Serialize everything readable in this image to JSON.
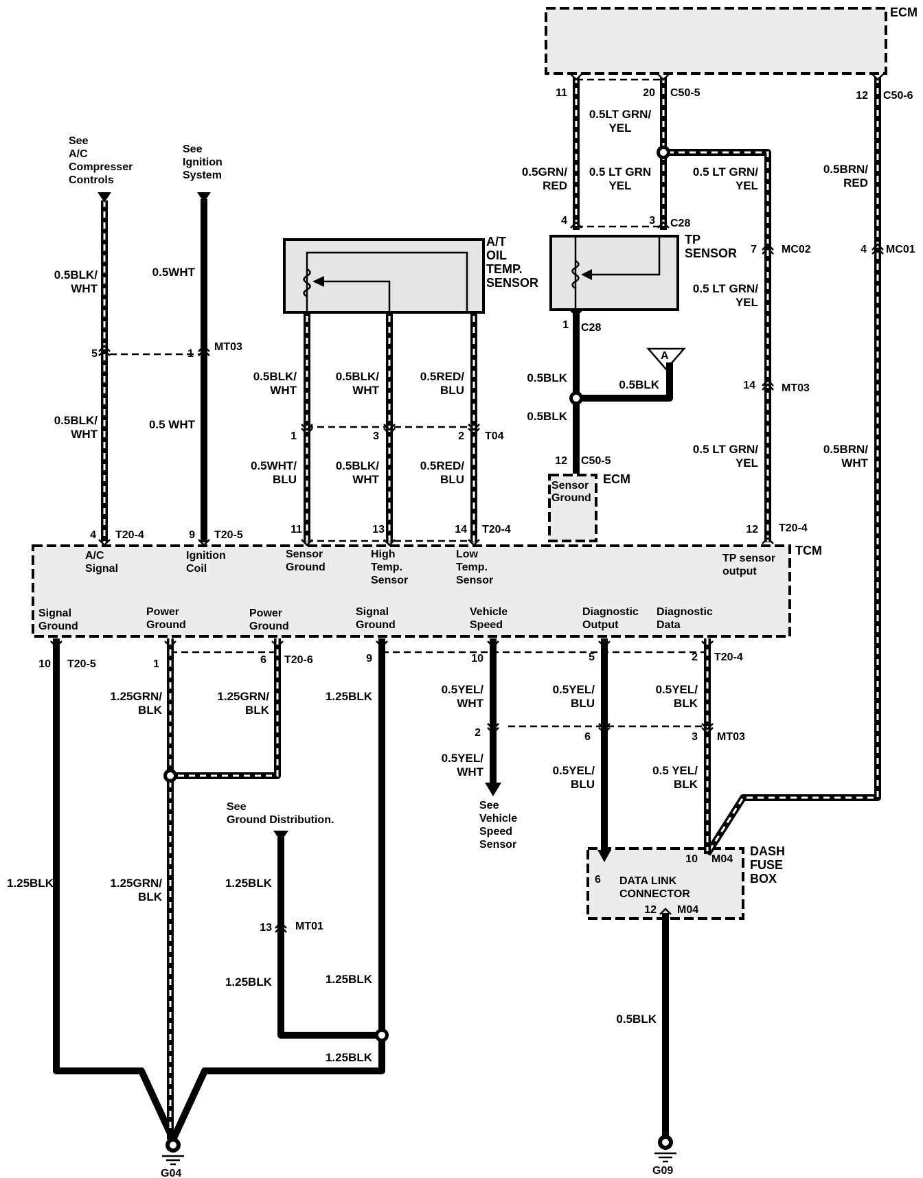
{
  "components": {
    "ecm_top": "ECM",
    "tcm": "TCM",
    "at_oil_temp_sensor": [
      "A/T",
      "OIL",
      "TEMP.",
      "SENSOR"
    ],
    "tp_sensor": [
      "TP",
      "SENSOR"
    ],
    "ecm_sensor_ground": "ECM",
    "dash_fuse_box": [
      "DASH",
      "FUSE",
      "BOX"
    ],
    "data_link_connector": [
      "DATA LINK",
      "CONNECTOR"
    ]
  },
  "refs": {
    "ac_compressor": [
      "See",
      "A/C",
      "Compresser",
      "Controls"
    ],
    "ignition": [
      "See",
      "Ignition",
      "System"
    ],
    "vehicle_speed": [
      "See",
      "Vehicle",
      "Speed",
      "Sensor"
    ],
    "ground_distribution": [
      "See",
      "Ground Distribution."
    ],
    "terminal_a": "A"
  },
  "tcm_pins_top": [
    [
      "A/C",
      "Signal"
    ],
    [
      "Ignition",
      "Coil"
    ],
    [
      "Sensor",
      "Ground"
    ],
    [
      "High",
      "Temp.",
      "Sensor"
    ],
    [
      "Low",
      "Temp.",
      "Sensor"
    ],
    [
      "TP sensor",
      "output"
    ]
  ],
  "tcm_pins_bottom": [
    [
      "Signal",
      "Ground"
    ],
    [
      "Power",
      "Ground"
    ],
    [
      "Power",
      "Ground"
    ],
    [
      "Signal",
      "Ground"
    ],
    [
      "Vehicle",
      "Speed"
    ],
    [
      "Diagnostic",
      "Output"
    ],
    [
      "Diagnostic",
      "Data"
    ]
  ],
  "ecm_sensor_ground_label": [
    "Sensor",
    "Ground"
  ],
  "grounds": [
    "G04",
    "G09"
  ],
  "wire_labels": {
    "ac_upper": [
      "0.5BLK/",
      "WHT"
    ],
    "ac_lower": [
      "0.5BLK/",
      "WHT"
    ],
    "ign_upper": "0.5WHT",
    "ign_lower": "0.5 WHT",
    "ots1_upper": [
      "0.5BLK/",
      "WHT"
    ],
    "ots2_upper": [
      "0.5BLK/",
      "WHT"
    ],
    "ots3_upper": [
      "0.5RED/",
      "BLU"
    ],
    "ots1_lower": [
      "0.5WHT/",
      "BLU"
    ],
    "ots2_lower": [
      "0.5BLK/",
      "WHT"
    ],
    "ots3_lower": [
      "0.5RED/",
      "BLU"
    ],
    "ecm20_upper": [
      "0.5LT GRN/",
      "YEL"
    ],
    "ecm11": [
      "0.5GRN/",
      "RED"
    ],
    "ecm20_lower": [
      "0.5 LT GRN",
      "YEL"
    ],
    "tp_out_1": [
      "0.5 LT GRN/",
      "YEL"
    ],
    "tp_out_2": [
      "0.5 LT GRN/",
      "YEL"
    ],
    "tp_out_3": [
      "0.5 LT GRN/",
      "YEL"
    ],
    "ecm12_upper": [
      "0.5BRN/",
      "RED"
    ],
    "ecm12_lower": [
      "0.5BRN/",
      "WHT"
    ],
    "gnd_upper": "0.5BLK",
    "gnd_lower": "0.5BLK",
    "gnd_a": "0.5BLK",
    "sg10": "1.25BLK",
    "pg1_upper": [
      "1.25GRN/",
      "BLK"
    ],
    "pg6": [
      "1.25GRN/",
      "BLK"
    ],
    "pg_lower": [
      "1.25GRN/",
      "BLK"
    ],
    "sg9_upper": "1.25BLK",
    "sg9_mid": "1.25BLK",
    "sg9_lower": "1.25BLK",
    "gd_upper": "1.25BLK",
    "gd_lower": "1.25BLK",
    "vs_upper": [
      "0.5YEL/",
      "WHT"
    ],
    "vs_lower": [
      "0.5YEL/",
      "WHT"
    ],
    "do_upper": [
      "0.5YEL/",
      "BLU"
    ],
    "do_lower": [
      "0.5YEL/",
      "BLU"
    ],
    "dd_upper": [
      "0.5YEL/",
      "BLK"
    ],
    "dd_lower": [
      "0.5 YEL/",
      "BLK"
    ],
    "dlc_gnd": "0.5BLK"
  },
  "pins": {
    "ac_t": "5",
    "ign_t": "1",
    "mt03_a": "MT03",
    "tcm4": "4",
    "t20_4a": "T20-4",
    "tcm9": "9",
    "t20_5a": "T20-5",
    "t04_1": "1",
    "t04_3": "3",
    "t04_2": "2",
    "t04": "T04",
    "tcm11": "11",
    "tcm13": "13",
    "tcm14": "14",
    "t20_4b": "T20-4",
    "ecm11": "11",
    "ecm20": "20",
    "c50_5a": "C50-5",
    "ecm12": "12",
    "c50_6": "C50-6",
    "tp4": "4",
    "tp3": "3",
    "c28a": "C28",
    "tp1": "1",
    "c28b": "C28",
    "mc02_n": "7",
    "mc02": "MC02",
    "mc01_n": "4",
    "mc01": "MC01",
    "mt03_b_n": "14",
    "mt03_b": "MT03",
    "sg12": "12",
    "c50_5b": "C50-5",
    "tcm12": "12",
    "t20_4c": "T20-4",
    "tcm10": "10",
    "t20_5b": "T20-5",
    "tcm1": "1",
    "tcm6": "6",
    "t20_6": "T20-6",
    "tcm9b": "9",
    "tcm10b": "10",
    "tcm5": "5",
    "tcm2": "2",
    "t20_4d": "T20-4",
    "mt03_c2": "2",
    "mt03_c6": "6",
    "mt03_c3": "3",
    "mt03_c": "MT03",
    "mt01_n": "13",
    "mt01": "MT01",
    "dlc10": "10",
    "m04a": "M04",
    "dlc6": "6",
    "dlc12": "12",
    "m04b": "M04"
  }
}
